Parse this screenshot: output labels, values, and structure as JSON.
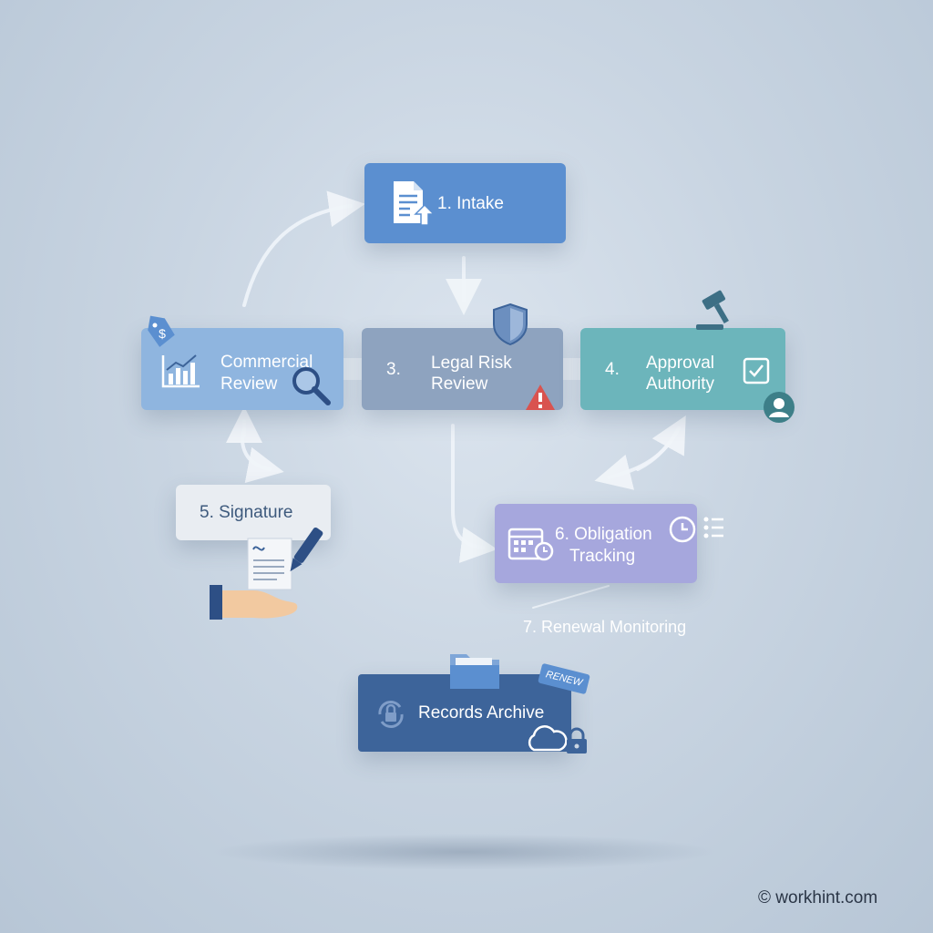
{
  "steps": {
    "intake": "1. Intake",
    "commercial": [
      "Commercial",
      "Review"
    ],
    "legal_num": "3.",
    "legal": [
      "Legal Risk",
      "Review"
    ],
    "approval_num": "4.",
    "approval": [
      "Approval",
      "Authority"
    ],
    "signature": "5. Signature",
    "obligation": [
      "6. Obligation",
      "Tracking"
    ],
    "renewal": "7. Renewal Monitoring",
    "archive": "Records Archive"
  },
  "badges": {
    "renew": "RENEW"
  },
  "watermark": "© workhint.com",
  "icons": [
    "document-upload-icon",
    "dollar-tag-icon",
    "growth-chart-icon",
    "magnifier-icon",
    "shield-icon",
    "warning-icon",
    "gavel-icon",
    "checkbox-icon",
    "user-shield-icon",
    "signed-document-icon",
    "pen-icon",
    "hand-icon",
    "calendar-icon",
    "clock-icon",
    "list-icon",
    "folder-icon",
    "sync-lock-icon",
    "cloud-icon",
    "lock-icon"
  ],
  "colors": {
    "intake": "#5b8fd0",
    "commercial": "#8fb5df",
    "legal": "#8ea3bf",
    "approval": "#6cb5bb",
    "signature": "#e9edf2",
    "obligation": "#a6a7dd",
    "archive": "#3d649a"
  }
}
